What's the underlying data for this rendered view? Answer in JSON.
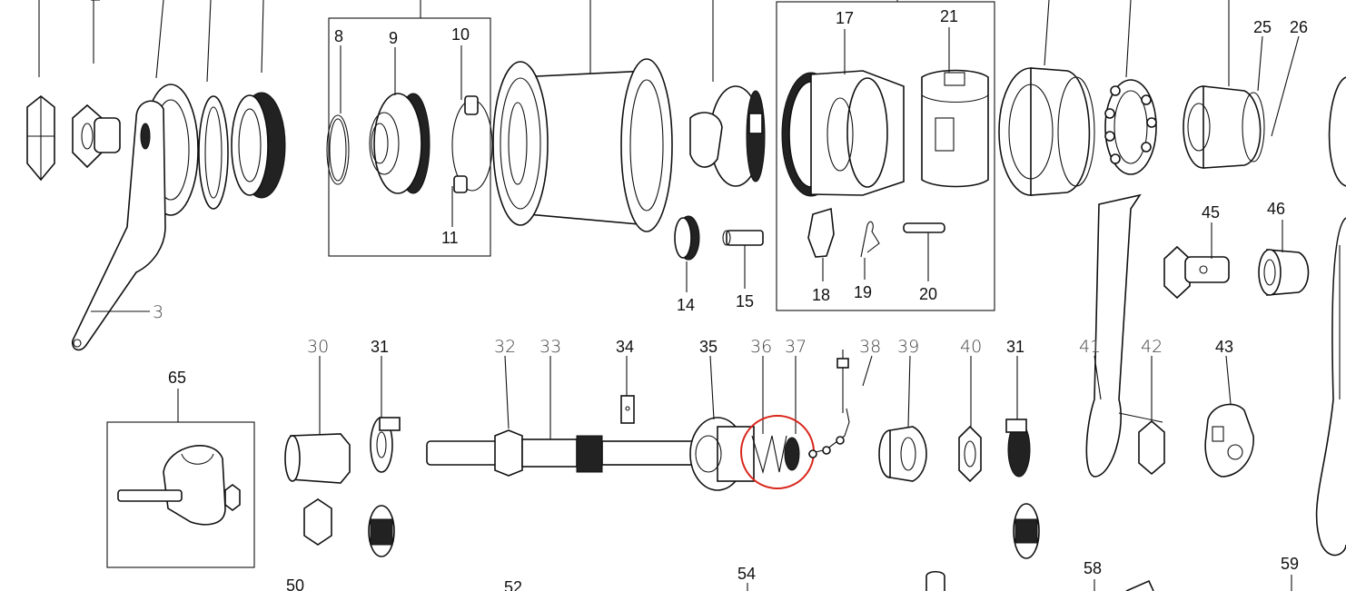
{
  "diagram": {
    "type": "exploded-parts-view",
    "highlight_color": "#d9261c",
    "labels": {
      "p3": "3",
      "p8": "8",
      "p9": "9",
      "p10": "10",
      "p11": "11",
      "p14": "14",
      "p15": "15",
      "p17": "17",
      "p18": "18",
      "p19": "19",
      "p20": "20",
      "p21": "21",
      "p25": "25",
      "p26": "26",
      "p30": "30",
      "p31a": "31",
      "p31b": "31",
      "p32": "32",
      "p33": "33",
      "p34": "34",
      "p35": "35",
      "p36": "36",
      "p37": "37",
      "p38": "38",
      "p39": "39",
      "p40": "40",
      "p41": "41",
      "p42": "42",
      "p43": "43",
      "p45": "45",
      "p46": "46",
      "p50": "50",
      "p52": "52",
      "p54": "54",
      "p58": "58",
      "p59": "59",
      "p65": "65"
    }
  }
}
